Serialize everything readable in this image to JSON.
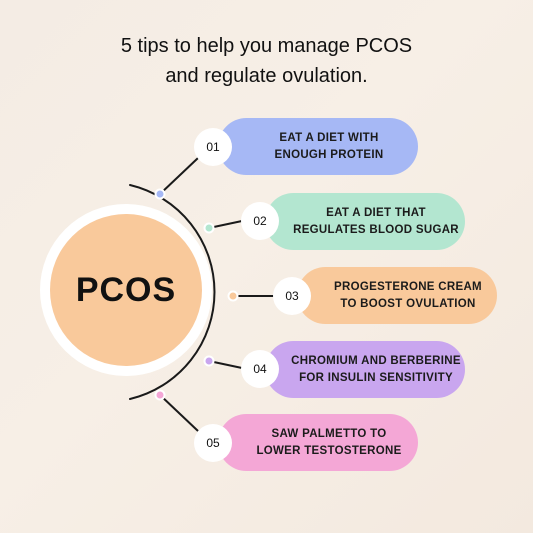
{
  "title": {
    "line1": "5 tips to help you manage PCOS",
    "line2": "and regulate ovulation."
  },
  "center": {
    "label": "PCOS",
    "color": "#f9c99b"
  },
  "tips": [
    {
      "number": "01",
      "text": "EAT A DIET WITH\nENOUGH PROTEIN",
      "color": "#a6b8f5"
    },
    {
      "number": "02",
      "text": "EAT A DIET THAT\nREGULATES BLOOD SUGAR",
      "color": "#b3e6d0"
    },
    {
      "number": "03",
      "text": "PROGESTERONE CREAM\nTO BOOST OVULATION",
      "color": "#f9c99b"
    },
    {
      "number": "04",
      "text": "CHROMIUM AND BERBERINE\nFOR INSULIN SENSITIVITY",
      "color": "#c9a6ef"
    },
    {
      "number": "05",
      "text": "SAW PALMETTO TO\nLOWER TESTOSTERONE",
      "color": "#f4a7d6"
    }
  ]
}
